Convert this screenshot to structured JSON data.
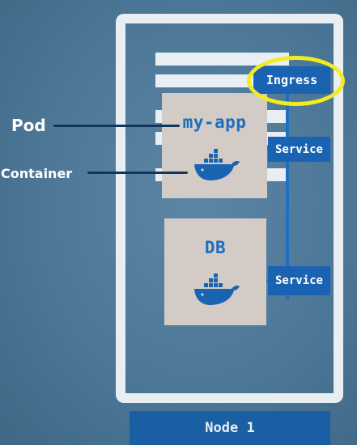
{
  "labels": {
    "pod": "Pod",
    "container": "Container"
  },
  "node": {
    "label": "Node 1"
  },
  "pods": {
    "app": {
      "title": "my-app"
    },
    "db": {
      "title": "DB"
    }
  },
  "services": {
    "ingress": "Ingress",
    "app_service": "Service",
    "db_service": "Service"
  },
  "colors": {
    "background": "#4d7797",
    "node_frame": "#e9eef3",
    "pod_fill": "#d3cbc6",
    "accent_blue": "#1a63b3",
    "highlight_ring": "#f0eb22"
  },
  "icons": [
    "docker-whale-icon"
  ]
}
